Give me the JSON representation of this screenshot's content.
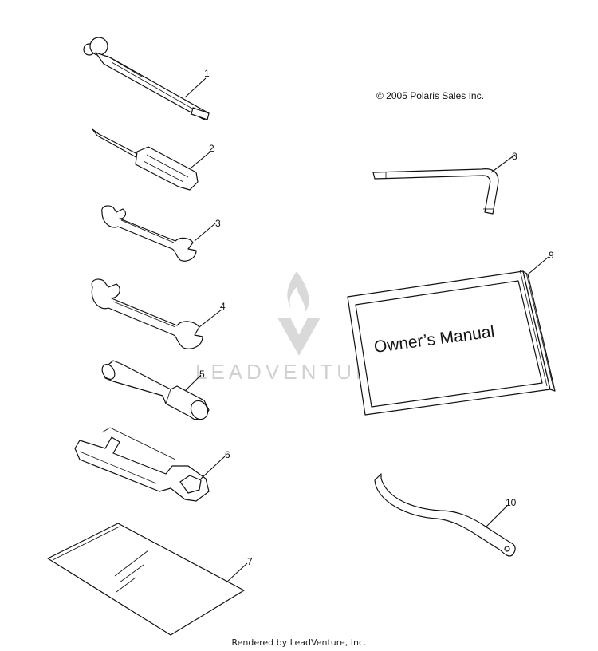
{
  "copyright": "© 2005 Polaris Sales Inc.",
  "watermark": "LEADVENTURE",
  "manual_title": "Owner’s Manual",
  "footer": "Rendered by LeadVenture, Inc.",
  "callouts": [
    "1",
    "2",
    "3",
    "4",
    "5",
    "6",
    "7",
    "8",
    "9",
    "10"
  ]
}
